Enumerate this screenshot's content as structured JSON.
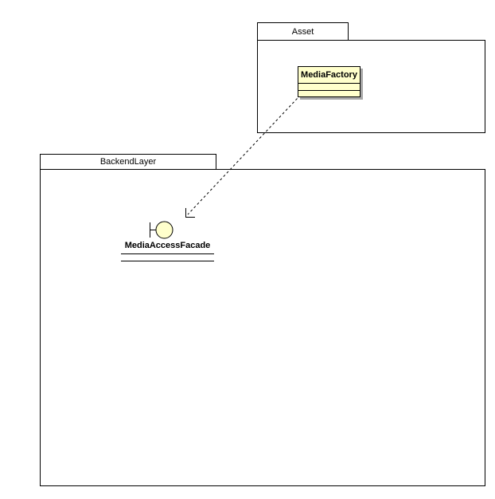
{
  "diagram": {
    "type": "uml-package-diagram",
    "packages": {
      "asset": {
        "label": "Asset"
      },
      "backend": {
        "label": "BackendLayer"
      }
    },
    "class_media_factory": {
      "label": "MediaFactory",
      "compartments_empty": 2,
      "parent_package": "Asset"
    },
    "interface_media_access_facade": {
      "label": "MediaAccessFacade",
      "notation": "ball-and-socket",
      "parent_package": "BackendLayer"
    },
    "relations": [
      {
        "from": "MediaFactory",
        "to": "MediaAccessFacade",
        "style": "dashed",
        "arrowhead": "open"
      }
    ],
    "colors": {
      "background": "#FFFFFF",
      "element_fill": "#FFFFCC",
      "border": "#000000",
      "shadow": "#A8A8A8"
    }
  }
}
